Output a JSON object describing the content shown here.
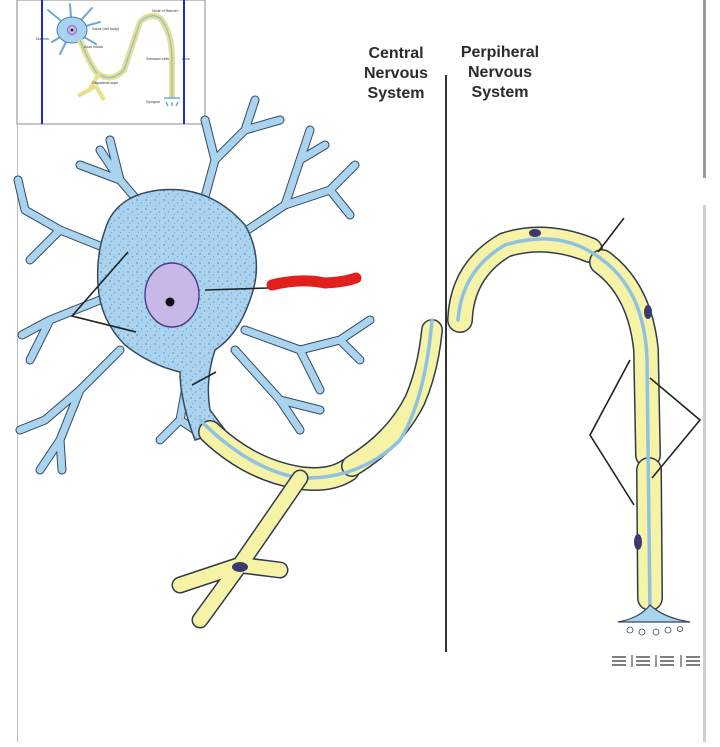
{
  "labels": {
    "central": "Central\nNervous\nSystem",
    "peripheral": "Perpiheral\nNervous\nSystem"
  },
  "thumbnail": {
    "node_of_ranvier": "Node of Ranvier",
    "soma": "Soma (cell body)",
    "nucleus": "Nucleus",
    "axon_hillock": "Axon hillock",
    "schwann_cells": "Schwann cells",
    "axon": "Axon",
    "oligodendrocyte": "Oligodendrocyte",
    "synapse": "Synapse"
  },
  "colors": {
    "neuron_blue": "#a9d3ee",
    "neuron_outline": "#34495e",
    "myelin_yellow": "#f6f2a6",
    "axon_core": "#8fc1e3",
    "nucleus_fill": "#c7b8e8",
    "highlight_red": "#e0201d",
    "frame_blue": "#1a2bd6",
    "divider": "#333333"
  }
}
